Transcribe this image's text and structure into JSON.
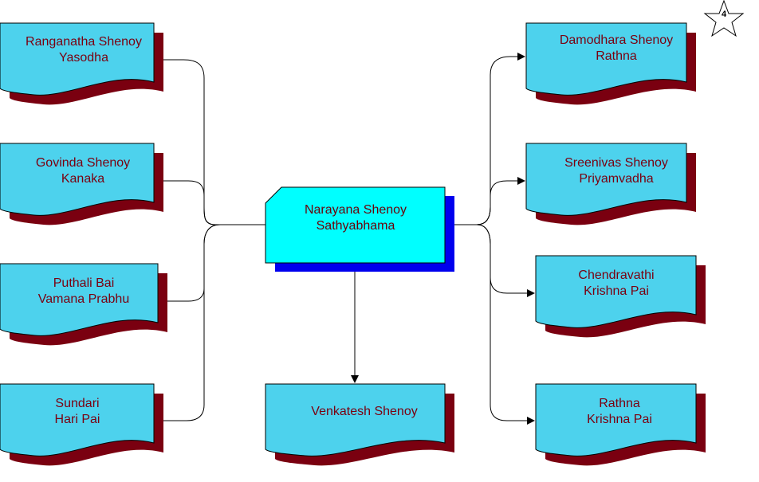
{
  "page_number": "4",
  "colors": {
    "doc_fill": "#4dd2ed",
    "doc_shadow": "#7a0010",
    "center_fill": "#00ffff",
    "center_shadow": "#0000ee",
    "text": "#7a0010",
    "connector": "#000000"
  },
  "center": {
    "line1": "Narayana Shenoy",
    "line2": "Sathyabhama"
  },
  "left_children": [
    {
      "line1": "Ranganatha Shenoy",
      "line2": "Yasodha"
    },
    {
      "line1": "Govinda Shenoy",
      "line2": "Kanaka"
    },
    {
      "line1": "Puthali Bai",
      "line2": "Vamana Prabhu"
    },
    {
      "line1": "Sundari",
      "line2": "Hari Pai"
    }
  ],
  "bottom_child": {
    "line1": "Venkatesh Shenoy",
    "line2": ""
  },
  "right_children": [
    {
      "line1": "Damodhara Shenoy",
      "line2": "Rathna"
    },
    {
      "line1": "Sreenivas Shenoy",
      "line2": "Priyamvadha"
    },
    {
      "line1": "Chendravathi",
      "line2": "Krishna Pai"
    },
    {
      "line1": "Rathna",
      "line2": "Krishna Pai"
    }
  ]
}
